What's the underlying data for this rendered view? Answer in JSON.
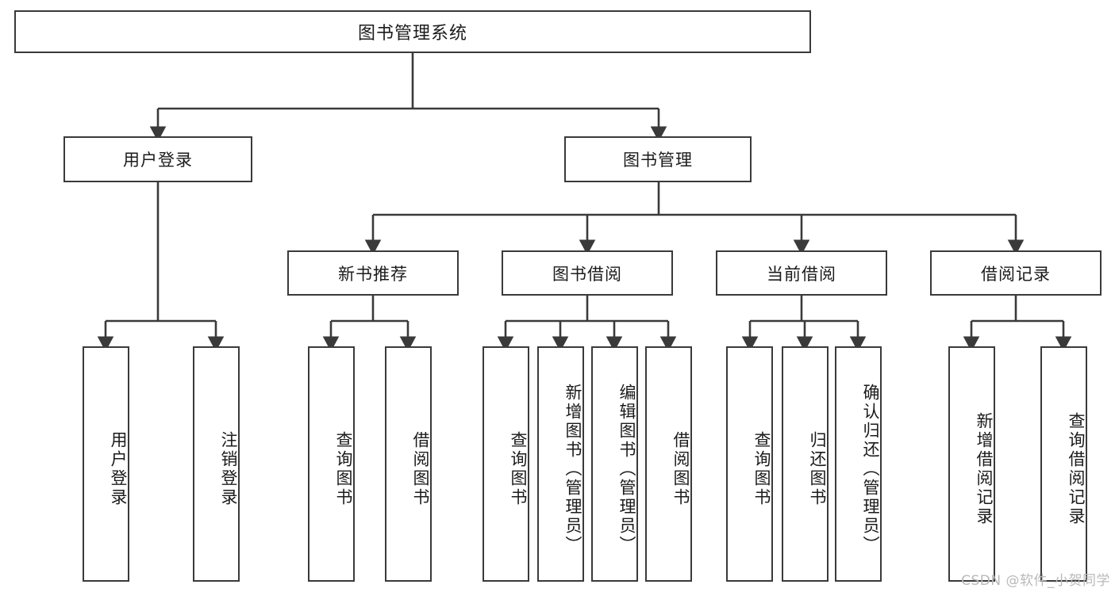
{
  "diagram": {
    "type": "tree",
    "title": "图书管理系统",
    "root": {
      "label": "图书管理系统"
    },
    "level2": [
      {
        "label": "用户登录"
      },
      {
        "label": "图书管理"
      }
    ],
    "level3": [
      {
        "label": "新书推荐"
      },
      {
        "label": "图书借阅"
      },
      {
        "label": "当前借阅"
      },
      {
        "label": "借阅记录"
      }
    ],
    "leaves": {
      "user_login": [
        {
          "label": "用户登录"
        },
        {
          "label": "注销登录"
        }
      ],
      "new_book_recommend": [
        {
          "label": "查询图书"
        },
        {
          "label": "借阅图书"
        }
      ],
      "book_borrow": [
        {
          "label": "查询图书"
        },
        {
          "label": "新增图书（管理员）"
        },
        {
          "label": "编辑图书（管理员）"
        },
        {
          "label": "借阅图书"
        }
      ],
      "current_borrow": [
        {
          "label": "查询图书"
        },
        {
          "label": "归还图书"
        },
        {
          "label": "确认归还（管理员）"
        }
      ],
      "borrow_record": [
        {
          "label": "新增借阅记录"
        },
        {
          "label": "查询借阅记录"
        }
      ]
    }
  },
  "watermark": {
    "text": "CSDN @软件_小贺同学"
  },
  "colors": {
    "border": "#3a3a3a",
    "text": "#1b1b1b",
    "background": "#ffffff",
    "watermark": "#b9b9b9"
  }
}
